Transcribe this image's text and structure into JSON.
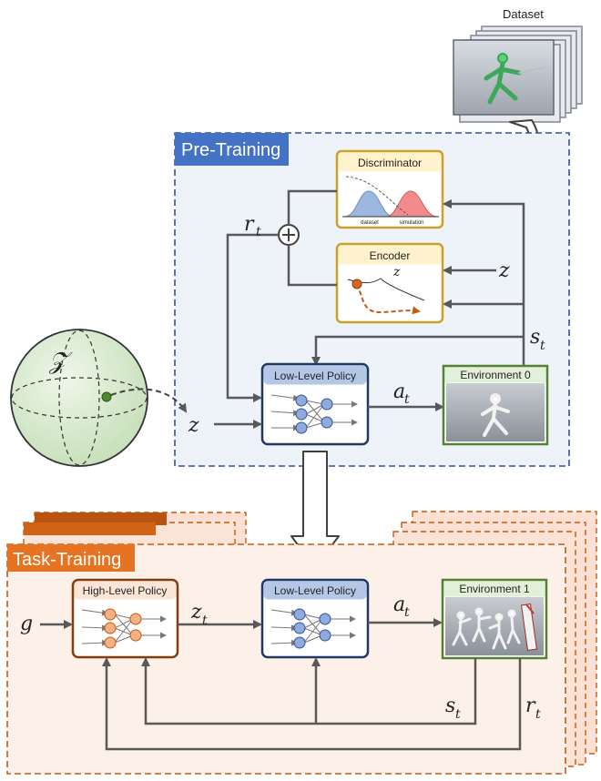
{
  "dataset": {
    "label": "Dataset"
  },
  "pretraining": {
    "title": "Pre-Training",
    "discriminator": {
      "title": "Discriminator",
      "dist_left": "dataset",
      "dist_right": "simulation"
    },
    "encoder": {
      "title": "Encoder",
      "latent": "z"
    },
    "low_level_policy": {
      "title": "Low-Level Policy"
    },
    "environment": {
      "title": "Environment 0"
    },
    "symbols": {
      "r": "r",
      "r_sub": "t",
      "z_in": "z",
      "z_enc": "z",
      "a": "a",
      "a_sub": "t",
      "s": "s",
      "s_sub": "t"
    }
  },
  "latent_space": {
    "symbol": "𝒵"
  },
  "tasktraining": {
    "title": "Task-Training",
    "high_level_policy": {
      "title": "High-Level Policy"
    },
    "low_level_policy": {
      "title": "Low-Level Policy"
    },
    "environment": {
      "title": "Environment 1"
    },
    "symbols": {
      "g": "g",
      "z": "z",
      "z_sub": "t",
      "a": "a",
      "a_sub": "t",
      "s": "s",
      "s_sub": "t",
      "r": "r",
      "r_sub": "t"
    }
  },
  "colors": {
    "pretrain_border": "#2f5597",
    "pretrain_fill": "#eef3f9",
    "pretrain_title_bg": "#4472c4",
    "task_border": "#c55a11",
    "task_fill": "#fdf0e9",
    "task_title_bg": "#e57321",
    "disc_border": "#c9a227",
    "disc_header": "#fff2cc",
    "llp_border": "#1f3864",
    "llp_header": "#b4c7e7",
    "hlp_border": "#843c0c",
    "hlp_header": "#fbe5d6",
    "env_border": "#548235",
    "env_header": "#e2f0d9",
    "arrow": "#595959",
    "sphere": "#d9ead3"
  },
  "icons": [
    "neural-net-icon",
    "plus-circle-icon",
    "sphere-icon",
    "character-render"
  ]
}
